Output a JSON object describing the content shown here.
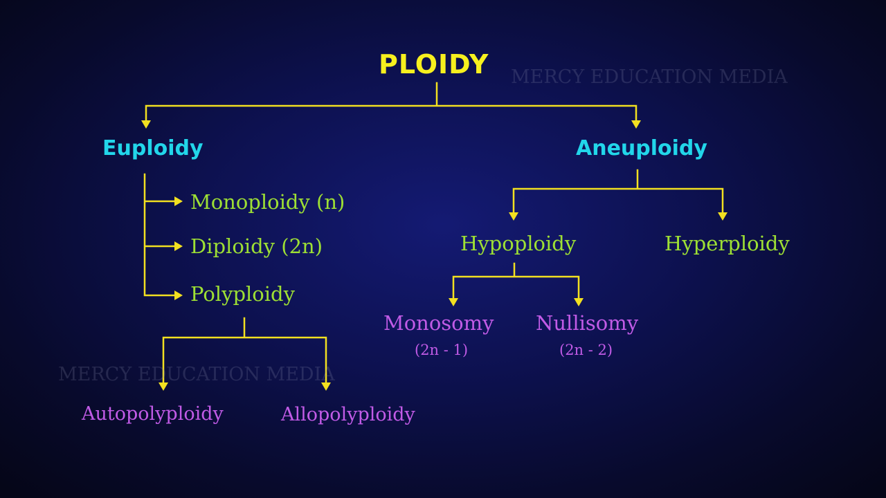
{
  "colors": {
    "title": "#f7f01e",
    "level1": "#22d6ea",
    "level2": "#9ee034",
    "level3": "#c15be6",
    "connector": "#f2e020",
    "watermark": "#8c8fb0"
  },
  "diagram": {
    "root": {
      "label": "PLOIDY"
    },
    "euploidy": {
      "label": "Euploidy",
      "children": [
        "Monoploidy (n)",
        "Diploidy (2n)",
        "Polyploidy"
      ],
      "polyploidy_children": [
        "Autopolyploidy",
        "Allopolyploidy"
      ]
    },
    "aneuploidy": {
      "label": "Aneuploidy",
      "hypoploidy": {
        "label": "Hypoploidy",
        "children": [
          {
            "label": "Monosomy",
            "formula": "(2n - 1)"
          },
          {
            "label": "Nullisomy",
            "formula": "(2n - 2)"
          }
        ]
      },
      "hyperploidy": {
        "label": "Hyperploidy"
      }
    }
  },
  "watermarks": [
    "MERCY EDUCATION MEDIA",
    "MERCY EDUCATION MEDIA"
  ]
}
